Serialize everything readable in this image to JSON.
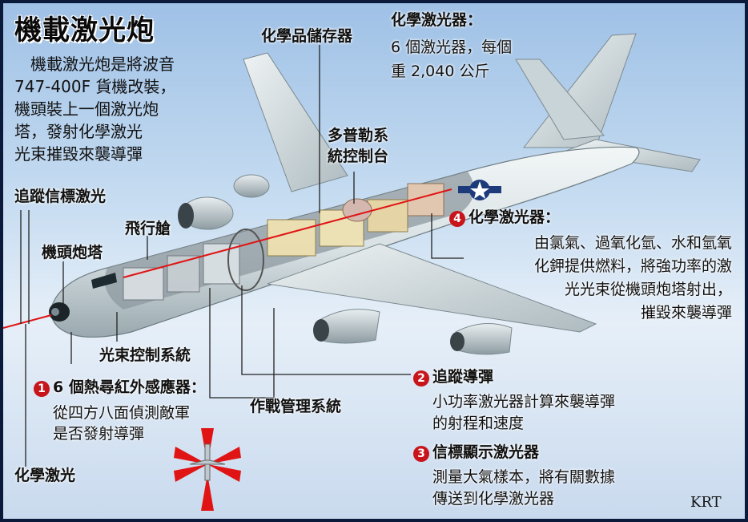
{
  "title": "機載激光炮",
  "intro": "　機載激光炮是將波音\n747-400F 貨機改裝，\n機頭裝上一個激光炮\n塔，發射化學激光\n光束摧毀來襲導彈",
  "labels": {
    "chem_storage": "化學品儲存器",
    "chem_laser_top_title": "化學激光器：",
    "chem_laser_top_desc": "6 個激光器，每個\n重 2,040 公斤",
    "doppler": "多普勒系\n統控制台",
    "tracking_beacon": "追蹤信標激光",
    "cockpit": "飛行艙",
    "nose_turret": "機頭炮塔",
    "beam_control": "光束控制系統",
    "battle_mgmt": "作戰管理系統",
    "chem_laser_bottom": "化學激光"
  },
  "numbered": [
    {
      "num": "1",
      "title": "6 個熱尋紅外感應器：",
      "desc": "從四方八面偵測敵軍\n是否發射導彈"
    },
    {
      "num": "2",
      "title": "追蹤導彈",
      "desc": "小功率激光器計算來襲導彈\n的射程和速度"
    },
    {
      "num": "3",
      "title": "信標顯示激光器",
      "desc": "測量大氣樣本，將有關數據\n傳送到化學激光器"
    },
    {
      "num": "4",
      "title": "化學激光器：",
      "desc": "由氯氣、過氧化氫、水和氫氧\n化鉀提供燃料，將強功率的激\n光光束從機頭炮塔射出，\n摧毀來襲導彈"
    }
  ],
  "credit": "KRT",
  "colors": {
    "frame": "#0b1a3a",
    "badge": "#c8141b",
    "laser": "#e01414",
    "fuselage": "#dfe7ea"
  },
  "icons": [
    "airplane-illustration",
    "sensor-fan-icon"
  ]
}
